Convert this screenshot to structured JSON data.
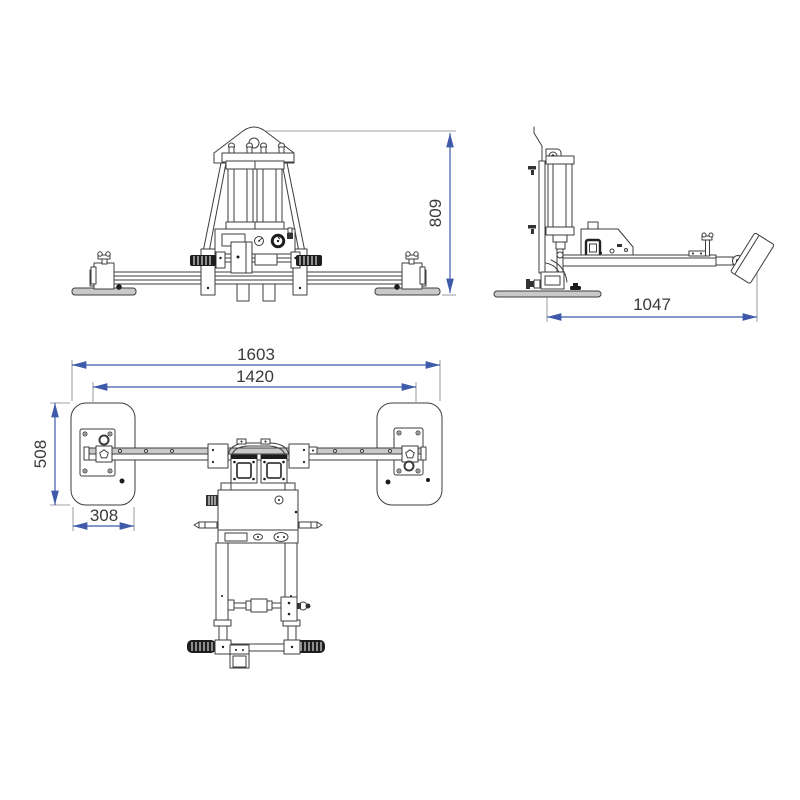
{
  "document": {
    "type": "technical drawing",
    "subject": "vacuum lifter, three dimensioned orthographic views"
  },
  "dimensions": {
    "front_height": "809",
    "side_length": "1047",
    "plan_overall_width": "1603",
    "plan_inner_width": "1420",
    "plan_pad_length": "508",
    "plan_pad_width": "308"
  },
  "colors": {
    "line": "#3d3d3d",
    "dimension_line": "#3f5aa9",
    "dimension_text": "#3a3a3a",
    "metal_gray": "#c9c9c9",
    "background": "#ffffff"
  }
}
